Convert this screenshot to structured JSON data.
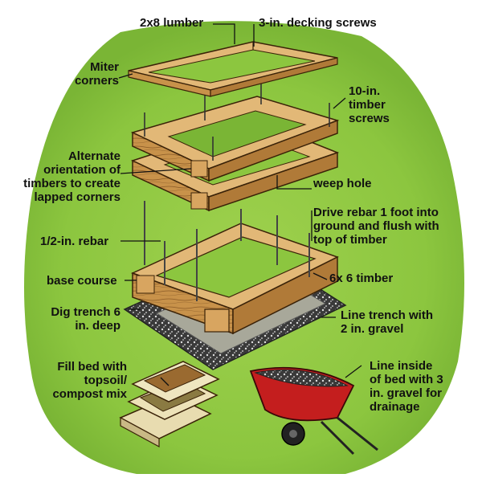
{
  "labels": {
    "lumber": "2x8 lumber",
    "decking_screws": "3-in. decking screws",
    "miter_corners": "Miter\ncorners",
    "timber_screws": "10-in.\ntimber\nscrews",
    "alternate_orientation": "Alternate\norientation of\ntimbers to create\nlapped corners",
    "weep_hole": "weep hole",
    "drive_rebar": "Drive rebar 1 foot into\nground and flush with\ntop of timber",
    "rebar": "1/2-in. rebar",
    "base_course": "base course",
    "timber_6x6": "6x 6 timber",
    "dig_trench": "Dig trench 6\nin. deep",
    "line_trench": "Line trench with\n2 in. gravel",
    "fill_bed": "Fill bed with\ntopsoil/\ncompost mix",
    "line_inside": "Line inside\nof bed with 3\nin. gravel for\ndrainage"
  },
  "colors": {
    "grass": "#8cc63f",
    "grass_dark": "#5e9e2a",
    "wood": "#c8924a",
    "wood_dark": "#8a5a26",
    "wood_light": "#e2b877",
    "gravel": "#3a3a3a",
    "soil": "#9a9a8a",
    "wheelbarrow": "#c41e1e",
    "sack": "#e8dcb0",
    "ink": "#111111"
  }
}
